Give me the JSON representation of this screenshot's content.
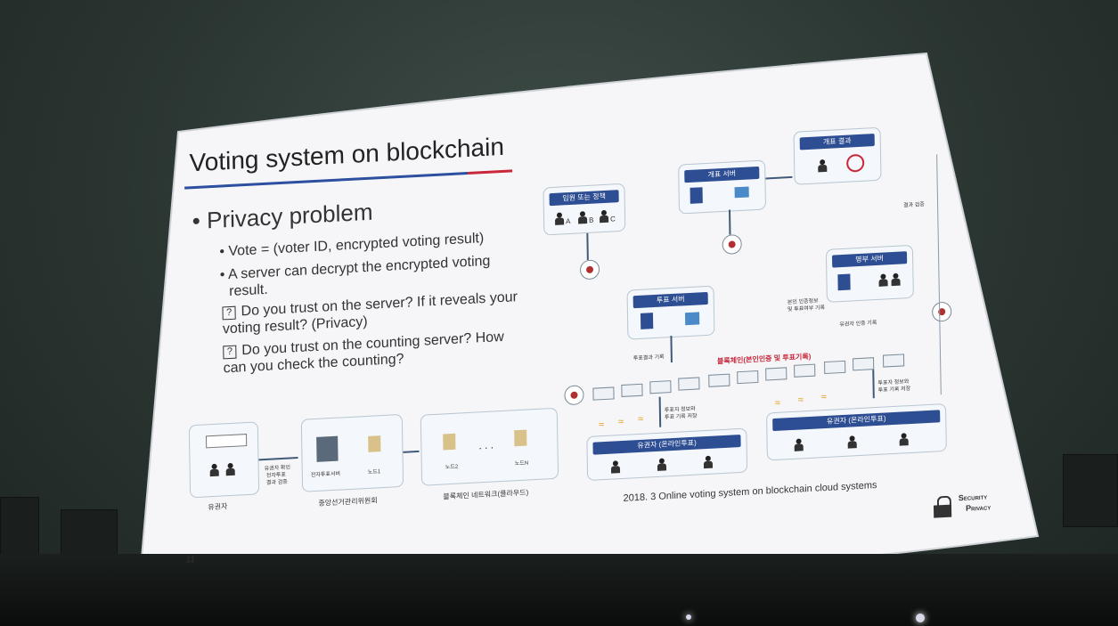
{
  "slide": {
    "title": "Voting system on blockchain",
    "bullet": "Privacy problem",
    "sub1": "Vote = (voter ID, encrypted voting result)",
    "sub2a": "A server can decrypt the encrypted voting",
    "sub2b": "result.",
    "q_mark": "?",
    "q1a": "Do you trust on the server? If it reveals your",
    "q1b": "voting result? (Privacy)",
    "q2a": "Do you trust on the counting server? How",
    "q2b": "can you check the counting?",
    "page_number": "11",
    "caption": "2018. 3 Online voting system on blockchain cloud systems",
    "logo_line1": "Security",
    "logo_line2": "Privacy"
  },
  "left_diagram": {
    "voter_label": "유권자",
    "link_label1": "유권자 확인",
    "link_label2": "전자투표",
    "link_label3": "결과 검증",
    "server_label": "전자투표서버",
    "node1": "노드1",
    "nec_label": "중앙선거관리위원회",
    "node2": "노드2",
    "dots": ". . .",
    "nodeN": "노드N",
    "network_label": "블록체인 네트워크(클라우드)"
  },
  "right_diagram": {
    "candidates_title": "임원 또는 정책",
    "cand_a": "A",
    "cand_b": "B",
    "cand_c": "C",
    "counting_server": "개표 서버",
    "result_title": "개표 결과",
    "voting_server": "투표 서버",
    "roster_server": "명부 서버",
    "chain_label": "블록체인(본인인증 및 투표기록)",
    "record_label": "투표결과 기록",
    "auth_label1": "본인 인증정보",
    "auth_label2": "및 투표여부 기록",
    "auth_record": "유권자 인증 기록",
    "voter_info1": "투표자 정보와",
    "voter_info2": "투표 기록 저장",
    "voter_info3": "투표자 정보와",
    "voter_info4": "투표 기록 저장",
    "voter_online1": "유권자 (온라인투표)",
    "voter_online2": "유권자 (온라인투표)",
    "verify": "결과 검증"
  }
}
